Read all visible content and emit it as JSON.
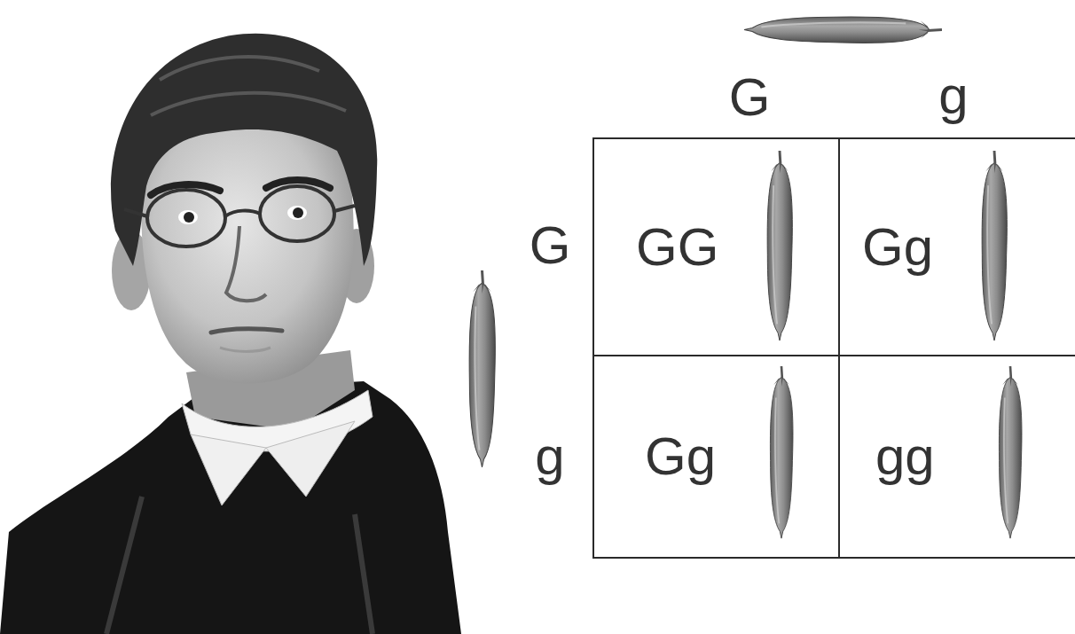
{
  "diagram": {
    "nodes": [
      {
        "text": [
          "GG"
        ]
      },
      {
        "text": [
          "Gg"
        ]
      },
      {
        "text": [
          "Gg"
        ]
      },
      {
        "text": [
          "gg"
        ]
      }
    ],
    "labels": [
      "G",
      "g",
      "G",
      "g"
    ]
  }
}
